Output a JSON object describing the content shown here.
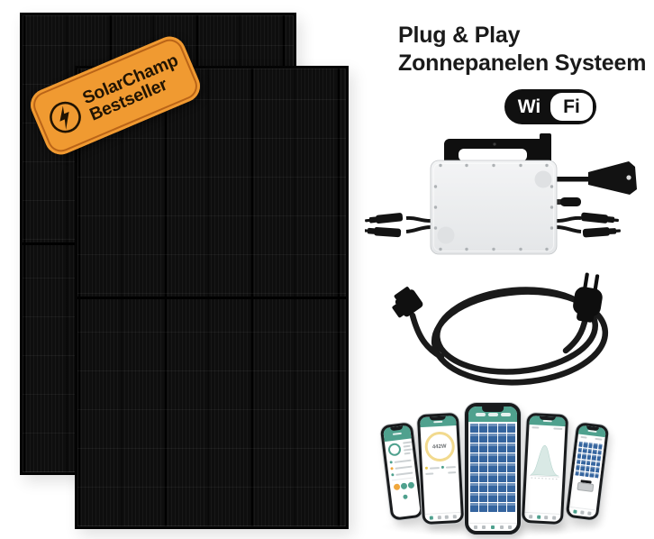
{
  "colors": {
    "accent": "#4FA18E",
    "tile": "#35659F",
    "badge-bg": "#F09A31",
    "badge-border": "#B96418",
    "badge-text": "#211403",
    "gauge-ring": "#F2DA8E",
    "dot-orange": "#F0A73C",
    "headline": "#1A1A1A"
  },
  "headline": {
    "line1": "Plug & Play",
    "line2": "Zonnepanelen Systeem"
  },
  "wifi": {
    "left": "Wi",
    "right": "Fi"
  },
  "badge": {
    "title": "SolarChamp",
    "subtitle": "Bestseller"
  },
  "phones": {
    "gauge_value": "442W",
    "center_grid": {
      "tiles": 45
    },
    "right_grid": {
      "tiles": 30
    }
  }
}
